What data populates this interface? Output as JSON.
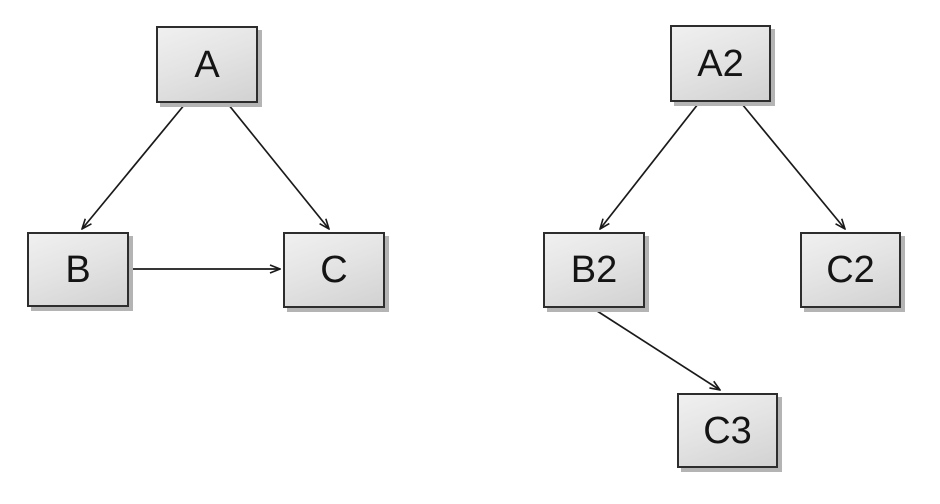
{
  "page": {
    "background_color": "#ffffff"
  },
  "style": {
    "node_border_color": "#2d2d2d",
    "node_fill_light": "#f0f0f0",
    "node_fill_dark": "#d2d2d2",
    "node_shadow_color": "#b4b4b4",
    "edge_color": "#1a1a1a",
    "label_color": "#141414"
  },
  "diagrams": [
    {
      "id": "left-graph",
      "nodes": [
        {
          "id": "A",
          "label": "A"
        },
        {
          "id": "B",
          "label": "B"
        },
        {
          "id": "C",
          "label": "C"
        }
      ],
      "edges": [
        {
          "from": "A",
          "to": "B"
        },
        {
          "from": "A",
          "to": "C"
        },
        {
          "from": "B",
          "to": "C"
        }
      ]
    },
    {
      "id": "right-graph",
      "nodes": [
        {
          "id": "A2",
          "label": "A2"
        },
        {
          "id": "B2",
          "label": "B2"
        },
        {
          "id": "C2",
          "label": "C2"
        },
        {
          "id": "C3",
          "label": "C3"
        }
      ],
      "edges": [
        {
          "from": "A2",
          "to": "B2"
        },
        {
          "from": "A2",
          "to": "C2"
        },
        {
          "from": "B2",
          "to": "C3"
        }
      ]
    }
  ]
}
